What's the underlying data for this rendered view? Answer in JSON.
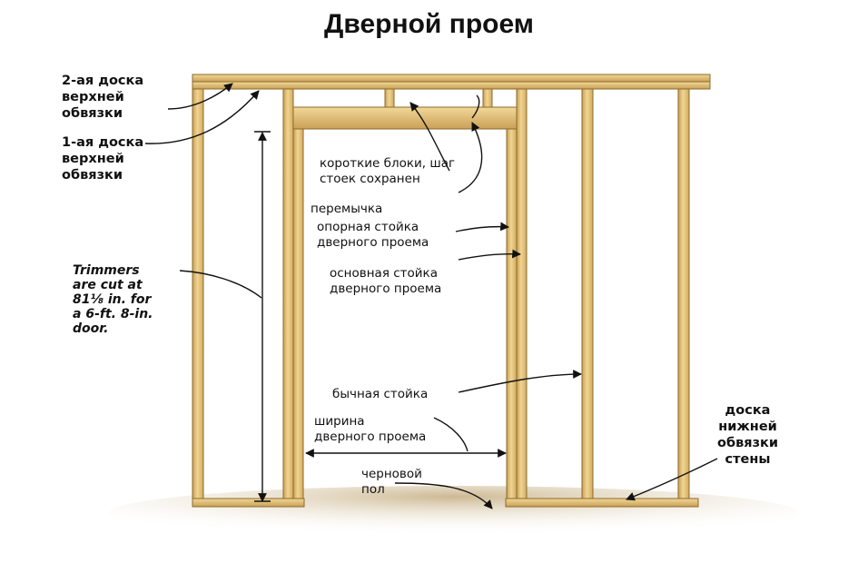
{
  "title": "Дверной проем",
  "labels": {
    "top_plate_2": "2-ая доска\nверхней\nобвязки",
    "top_plate_1": "1-ая доска\nверхней\nобвязки",
    "trimmers_note": "Trimmers\nare cut at\n81⅛ in. for\na 6-ft. 8-in.\ndoor.",
    "cripples": "короткие блоки, шаг\nстоек сохранен",
    "header": "перемычка",
    "trimmer_stud": "опорная  стойка\nдверного проема",
    "king_stud": "основная стойка\nдверного проема",
    "common_stud": "бычная стойка",
    "opening_width": "ширина\nдверного проема",
    "subfloor": "черновой\nпол",
    "bottom_plate": "доска\nнижней\nобвязки\nстены"
  },
  "colors": {
    "wood": "#e3c27a",
    "wood_edge": "#8c6a2c",
    "floor": "#d8c6a2",
    "arrow": "#111111"
  }
}
